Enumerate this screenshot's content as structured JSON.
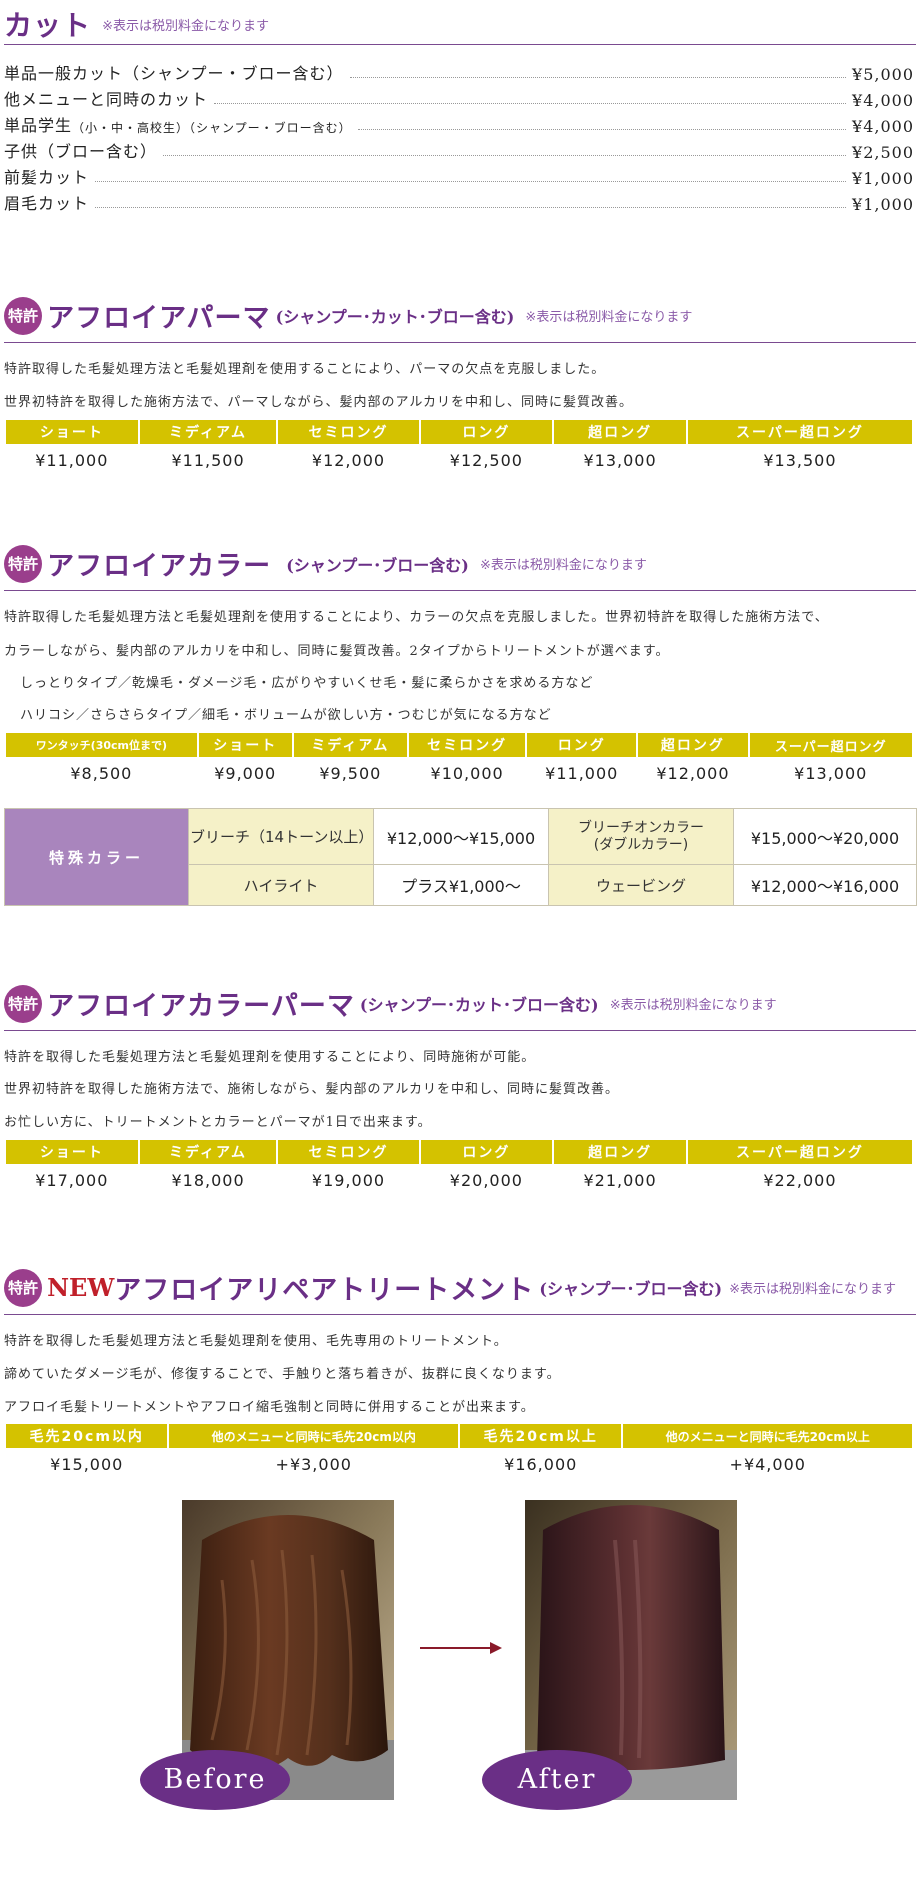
{
  "cut": {
    "title": "カット",
    "note": "※表示は税別料金になります",
    "items": [
      {
        "label": "単品一般カット（シャンプー・ブロー含む）",
        "small": "",
        "price": "¥5,000"
      },
      {
        "label": "他メニューと同時のカット",
        "small": "",
        "price": "¥4,000"
      },
      {
        "label": "単品学生",
        "small": "（小・中・高校生）（シャンプー・ブロー含む）",
        "price": "¥4,000"
      },
      {
        "label": "子供（ブロー含む）",
        "small": "",
        "price": "¥2,500"
      },
      {
        "label": "前髪カット",
        "small": "",
        "price": "¥1,000"
      },
      {
        "label": "眉毛カット",
        "small": "",
        "price": "¥1,000"
      }
    ]
  },
  "badge": "特許",
  "perm": {
    "title": "アフロイアパーマ",
    "sub": "(シャンプー･カット･ブロー含む)",
    "note": "※表示は税別料金になります",
    "desc": [
      "特許取得した毛髪処理方法と毛髪処理剤を使用することにより、パーマの欠点を克服しました。",
      "世界初特許を取得した施術方法で、パーマしながら、髪内部のアルカリを中和し、同時に髪質改善。"
    ],
    "headers": [
      "ショート",
      "ミディアム",
      "セミロング",
      "ロング",
      "超ロング",
      "スーパー超ロング"
    ],
    "prices": [
      "¥11,000",
      "¥11,500",
      "¥12,000",
      "¥12,500",
      "¥13,000",
      "¥13,500"
    ]
  },
  "color": {
    "title": "アフロイアカラー",
    "sub": "(シャンプー･ブロー含む)",
    "note": "※表示は税別料金になります",
    "desc": [
      "特許取得した毛髪処理方法と毛髪処理剤を使用することにより、カラーの欠点を克服しました。世界初特許を取得した施術方法で、",
      "カラーしながら、髪内部のアルカリを中和し、同時に髪質改善。2タイプからトリートメントが選べます。",
      "しっとりタイプ／乾燥毛・ダメージ毛・広がりやすいくせ毛・髪に柔らかさを求める方など",
      "ハリコシ／さらさらタイプ／細毛・ボリュームが欲しい方・つむじが気になる方など"
    ],
    "headers": [
      "ワンタッチ(30cm位まで)",
      "ショート",
      "ミディアム",
      "セミロング",
      "ロング",
      "超ロング",
      "スーパー超ロング"
    ],
    "prices": [
      "¥8,500",
      "¥9,000",
      "¥9,500",
      "¥10,000",
      "¥11,000",
      "¥12,000",
      "¥13,000"
    ],
    "special": {
      "label": "特殊カラー",
      "bleach": "ブリーチ（14トーン以上）",
      "bleach_price": "¥12,000〜¥15,000",
      "bleach_on_1": "ブリーチオンカラー",
      "bleach_on_2": "(ダブルカラー)",
      "bleach_on_price": "¥15,000〜¥20,000",
      "highlight": "ハイライト",
      "highlight_price": "プラス¥1,000〜",
      "weaving": "ウェービング",
      "weaving_price": "¥12,000〜¥16,000"
    }
  },
  "colorperm": {
    "title": "アフロイアカラーパーマ",
    "sub": "(シャンプー･カット･ブロー含む)",
    "note": "※表示は税別料金になります",
    "desc": [
      "特許を取得した毛髪処理方法と毛髪処理剤を使用することにより、同時施術が可能。",
      "世界初特許を取得した施術方法で、施術しながら、髪内部のアルカリを中和し、同時に髪質改善。",
      "お忙しい方に、トリートメントとカラーとパーマが1日で出来ます。"
    ],
    "headers": [
      "ショート",
      "ミディアム",
      "セミロング",
      "ロング",
      "超ロング",
      "スーパー超ロング"
    ],
    "prices": [
      "¥17,000",
      "¥18,000",
      "¥19,000",
      "¥20,000",
      "¥21,000",
      "¥22,000"
    ]
  },
  "repair": {
    "new": "NEW",
    "title": "アフロイアリペアトリートメント",
    "sub": "(シャンプー･ブロー含む)",
    "note": "※表示は税別料金になります",
    "desc": [
      "特許を取得した毛髪処理方法と毛髪処理剤を使用、毛先専用のトリートメント。",
      "諦めていたダメージ毛が、修復することで、手触りと落ち着きが、抜群に良くなります。",
      "アフロイ毛髪トリートメントやアフロイ縮毛強制と同時に併用することが出来ます。"
    ],
    "headers": [
      "毛先20cm以内",
      "他のメニューと同時に毛先20cm以内",
      "毛先20cm以上",
      "他のメニューと同時に毛先20cm以上"
    ],
    "prices": [
      "¥15,000",
      "+¥3,000",
      "¥16,000",
      "+¥4,000"
    ]
  },
  "photos": {
    "before": "Before",
    "after": "After"
  },
  "colors": {
    "purple": "#6a2f86",
    "gold": "#d4c200",
    "lavender": "#a985bd",
    "cream": "#f5f1c8",
    "arrow": "#8a1a2a"
  }
}
